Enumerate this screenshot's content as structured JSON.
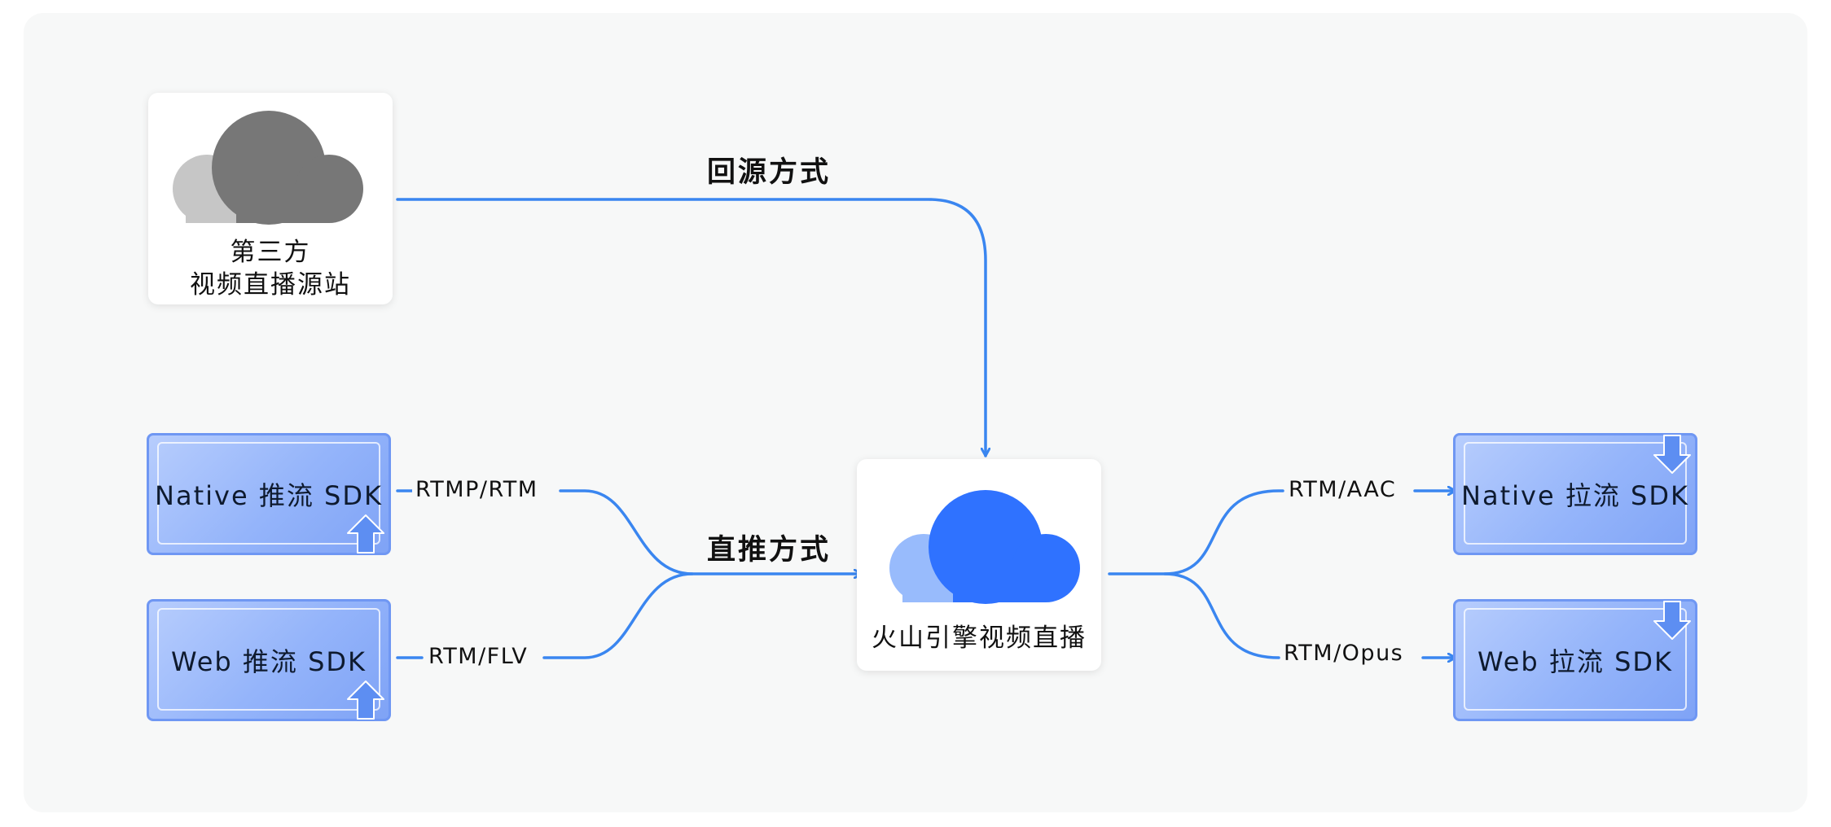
{
  "nodes": {
    "source": {
      "line1": "第三方",
      "line2": "视频直播源站",
      "icon": "cloud-icon",
      "color": "#777777"
    },
    "center": {
      "label": "火山引擎视频直播",
      "icon": "cloud-icon",
      "color": "#2f72ff"
    },
    "native_push": {
      "label": "Native 推流 SDK",
      "icon": "upload-arrow-icon"
    },
    "web_push": {
      "label": "Web 推流 SDK",
      "icon": "upload-arrow-icon"
    },
    "native_pull": {
      "label": "Native 拉流 SDK",
      "icon": "download-arrow-icon"
    },
    "web_pull": {
      "label": "Web 拉流 SDK",
      "icon": "download-arrow-icon"
    }
  },
  "edges": {
    "origin_pull": "回源方式",
    "direct_push": "直推方式",
    "native_push_protocol": "RTMP/RTM",
    "web_push_protocol": "RTM/FLV",
    "native_pull_protocol": "RTM/AAC",
    "web_pull_protocol": "RTM/Opus"
  },
  "colors": {
    "link": "#3a86f0",
    "sdk_fill": "#94b4fa",
    "sdk_border": "#6f97f3"
  }
}
